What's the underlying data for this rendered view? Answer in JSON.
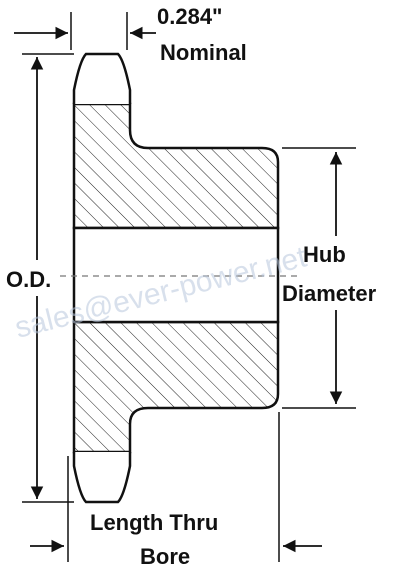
{
  "labels": {
    "tooth_width_value": "0.284\"",
    "tooth_width_note": "Nominal",
    "od": "O.D.",
    "hub_line1": "Hub",
    "hub_line2": "Diameter",
    "length_line1": "Length Thru",
    "length_line2": "Bore"
  },
  "watermark": "sales@ever-power.net",
  "colors": {
    "stroke": "#111111",
    "fill": "#ffffff",
    "watermark": "#b9c8dd"
  }
}
